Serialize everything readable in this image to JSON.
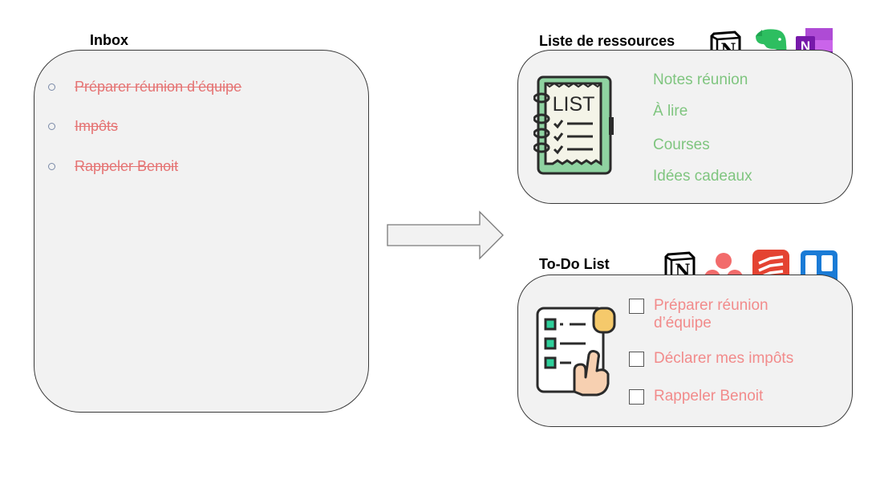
{
  "inbox": {
    "title": "Inbox",
    "items": [
      "Préparer réunion d’équipe",
      "Impôts",
      "Rappeler Benoit"
    ]
  },
  "resources": {
    "title": "Liste de ressources",
    "icon_label": "LIST",
    "app_icons": [
      "notion-icon",
      "evernote-icon",
      "onenote-icon"
    ],
    "onenote_letter": "N",
    "items": [
      "Notes réunion",
      "À lire",
      "Courses",
      "Idées cadeaux"
    ]
  },
  "todo": {
    "title": "To-Do List",
    "app_icons": [
      "notion-icon",
      "asana-icon",
      "todoist-icon",
      "trello-icon"
    ],
    "items": [
      "Préparer réunion d’équipe",
      "Déclarer mes impôts",
      "Rappeler Benoit"
    ]
  },
  "colors": {
    "strike_text": "#e57373",
    "resource_text": "#7fc57f",
    "todo_text": "#f28b8b",
    "panel_bg": "#f2f2f2"
  }
}
